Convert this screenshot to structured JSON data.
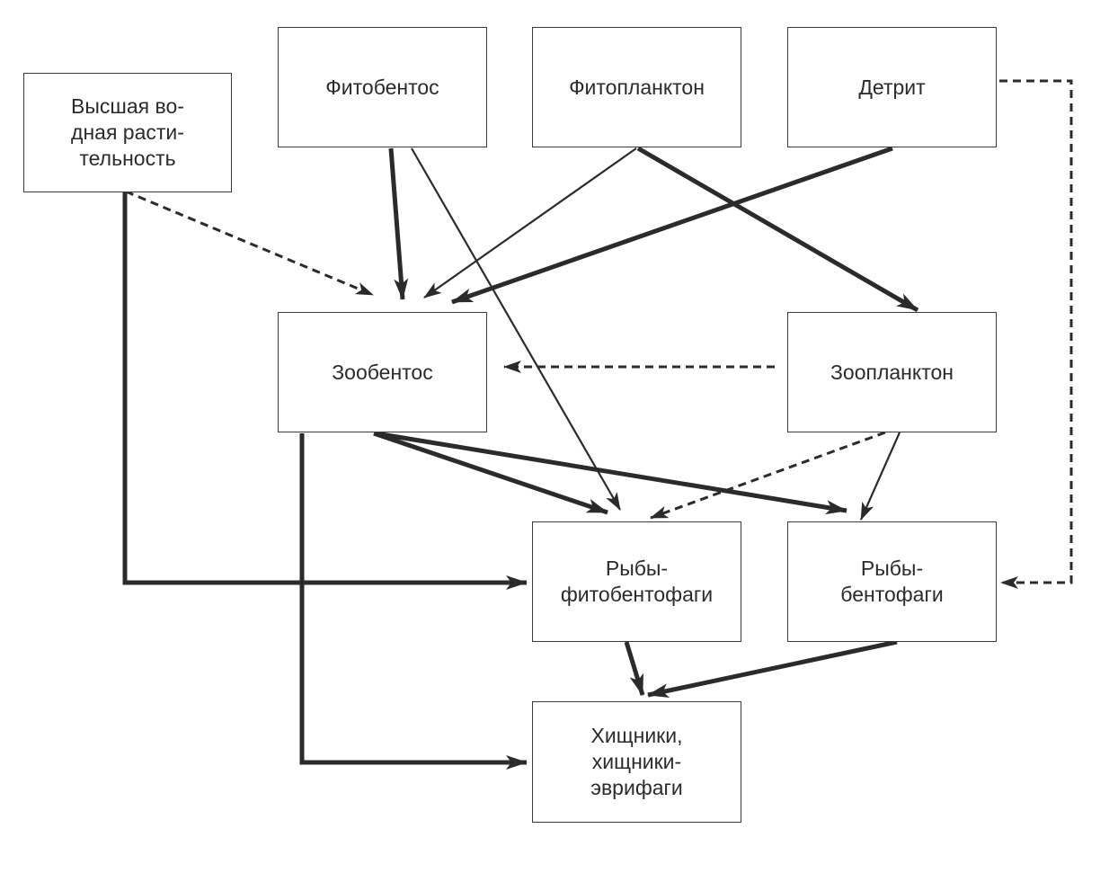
{
  "diagram": {
    "nodes": [
      {
        "id": "macrophytes",
        "label": "Высшая во-\nдная расти-\nтельность"
      },
      {
        "id": "phytobenthos",
        "label": "Фитобентос"
      },
      {
        "id": "phytoplankton",
        "label": "Фитопланктон"
      },
      {
        "id": "detritus",
        "label": "Детрит"
      },
      {
        "id": "zoobenthos",
        "label": "Зообентос"
      },
      {
        "id": "zooplankton",
        "label": "Зоопланктон"
      },
      {
        "id": "phytobenthophage_fish",
        "label": "Рыбы-\nфитобентофаги"
      },
      {
        "id": "benthophage_fish",
        "label": "Рыбы-\nбентофаги"
      },
      {
        "id": "predators",
        "label": "Хищники,\nхищники-\nэврифаги"
      }
    ],
    "edges": [
      {
        "from": "phytobenthos",
        "to": "zoobenthos",
        "style": "thick"
      },
      {
        "from": "phytobenthos",
        "to": "phytobenthophage_fish",
        "style": "thin"
      },
      {
        "from": "phytoplankton",
        "to": "zoobenthos",
        "style": "thin"
      },
      {
        "from": "phytoplankton",
        "to": "zooplankton",
        "style": "thick"
      },
      {
        "from": "detritus",
        "to": "zoobenthos",
        "style": "thick"
      },
      {
        "from": "detritus",
        "to": "benthophage_fish",
        "style": "dashed"
      },
      {
        "from": "macrophytes",
        "to": "zoobenthos",
        "style": "dashed"
      },
      {
        "from": "macrophytes",
        "to": "phytobenthophage_fish",
        "style": "thick"
      },
      {
        "from": "zooplankton",
        "to": "zoobenthos",
        "style": "dashed"
      },
      {
        "from": "zoobenthos",
        "to": "phytobenthophage_fish",
        "style": "thick"
      },
      {
        "from": "zoobenthos",
        "to": "benthophage_fish",
        "style": "thick"
      },
      {
        "from": "zoobenthos",
        "to": "predators",
        "style": "thick"
      },
      {
        "from": "zooplankton",
        "to": "phytobenthophage_fish",
        "style": "dashed"
      },
      {
        "from": "zooplankton",
        "to": "benthophage_fish",
        "style": "thin"
      },
      {
        "from": "phytobenthophage_fish",
        "to": "predators",
        "style": "thick"
      },
      {
        "from": "benthophage_fish",
        "to": "predators",
        "style": "thick"
      }
    ]
  },
  "colors": {
    "stroke": "#2b2b2b",
    "box_border": "#3a3a3a",
    "text": "#2b2b2b",
    "background": "#ffffff"
  }
}
